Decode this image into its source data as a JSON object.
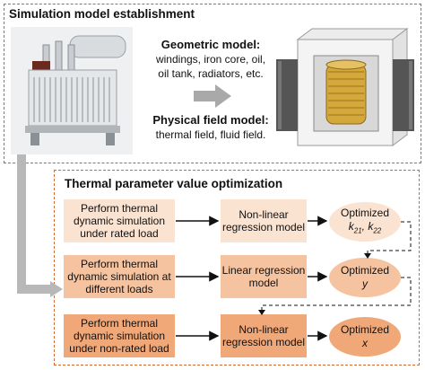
{
  "top": {
    "title": "Simulation model establishment",
    "geometric_title": "Geometric model:",
    "geometric_line1": "windings, iron core, oil,",
    "geometric_line2": "oil tank, radiators, etc.",
    "physical_title": "Physical field  model:",
    "physical_line1": "thermal field, fluid field."
  },
  "bottom": {
    "title": "Thermal parameter value optimization",
    "rows": [
      {
        "sim": "Perform thermal dynamic simulation under rated load",
        "model": "Non-linear regression model",
        "opt_label": "Optimized",
        "opt_value": "k21, k22"
      },
      {
        "sim": "Perform thermal dynamic simulation at different loads",
        "model": "Linear regression model",
        "opt_label": "Optimized",
        "opt_value": "y"
      },
      {
        "sim": "Perform thermal dynamic simulation under non-rated load",
        "model": "Non-linear regression model",
        "opt_label": "Optimized",
        "opt_value": "x"
      }
    ]
  },
  "colors": {
    "top_border": "#7a7a7a",
    "bottom_border": "#d46a2f",
    "row1_fill": "#fbe3d2",
    "row2_fill": "#f5c3a0",
    "row3_fill": "#f0a878",
    "connector": "#b8b8b8"
  }
}
